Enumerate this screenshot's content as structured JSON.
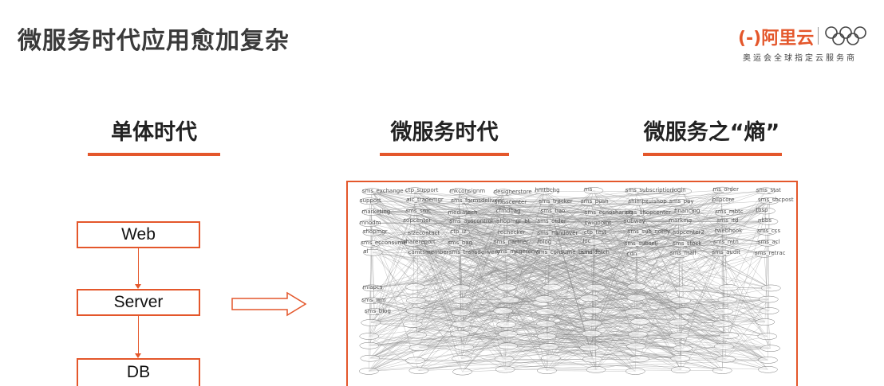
{
  "title": "微服务时代应用愈加复杂",
  "brand": {
    "logo_text": "(-)阿里云",
    "tagline": "奥运会全球指定云服务商",
    "accent": "#e4572b"
  },
  "sections": [
    {
      "label": "单体时代"
    },
    {
      "label": "微服务时代"
    },
    {
      "label": "微服务之“熵”"
    }
  ],
  "monolith": {
    "layers": [
      "Web",
      "Server",
      "DB"
    ]
  },
  "graph_nodes": [
    "sms_exchange",
    "support",
    "marketing",
    "mnodm",
    "shopmgr",
    "sms_ecconsume",
    "al",
    "ctp_support",
    "aic_trademgr",
    "sms_smc",
    "sopcenter",
    "sizecontact",
    "sharereport",
    "camtsmember",
    "mkconsignm",
    "sms_formsdelivery",
    "mediatech",
    "sms_apscontrol",
    "ctp_iz",
    "sms_bag",
    "sms_transdelivery",
    "designerstore",
    "smsscenter",
    "cfmdbag",
    "shopmgr_bt",
    "rechecker",
    "sms_partner",
    "sms_mkgerenvi",
    "hmtbchg",
    "sms_tracker",
    "sms_bao",
    "sms_order",
    "sms_handover",
    "fblog",
    "sms_consume_bundle",
    "ms",
    "sms_push",
    "sms_ecnosharing",
    "twigpoint",
    "ctp_test",
    "loc",
    "sms_fetch",
    "sms_subscription",
    "shimpzuishop",
    "sms_shopcenter",
    "subway",
    "sms_sub_notify",
    "sms_subsell",
    "cdn",
    "login",
    "sms_pay",
    "financing",
    "marking",
    "sopcenter2",
    "sms_stock",
    "sms_mail",
    "ms_order",
    "bilpcore",
    "sms_mbtc",
    "sms_itd",
    "twebhook",
    "sms_mtn",
    "sms_audit",
    "sms_stat",
    "sms_sbcpost",
    "tbsp",
    "nbbs",
    "sms_ccs",
    "sms_acl",
    "sms_retrac",
    "mlapcs",
    "sms_wm",
    "sms_blog"
  ]
}
